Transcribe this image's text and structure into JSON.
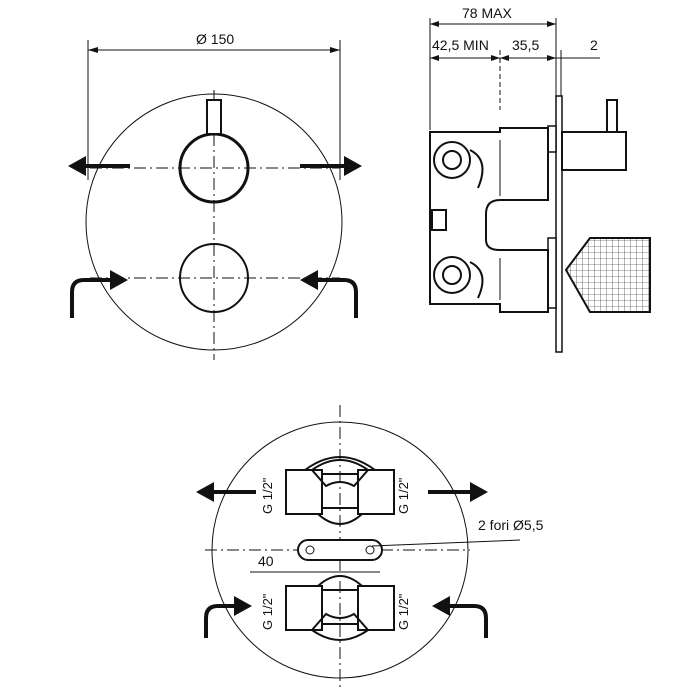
{
  "dimensions": {
    "diameter_plate": "Ø 150",
    "max_depth": "78 MAX",
    "min_depth": "42,5 MIN",
    "mid_depth": "35,5",
    "plate_thickness": "2",
    "holes": "2 fori  Ø5,5",
    "hole_spacing": "40",
    "thread": "G 1/2\""
  },
  "colors": {
    "line": "#111111",
    "background": "#ffffff"
  }
}
